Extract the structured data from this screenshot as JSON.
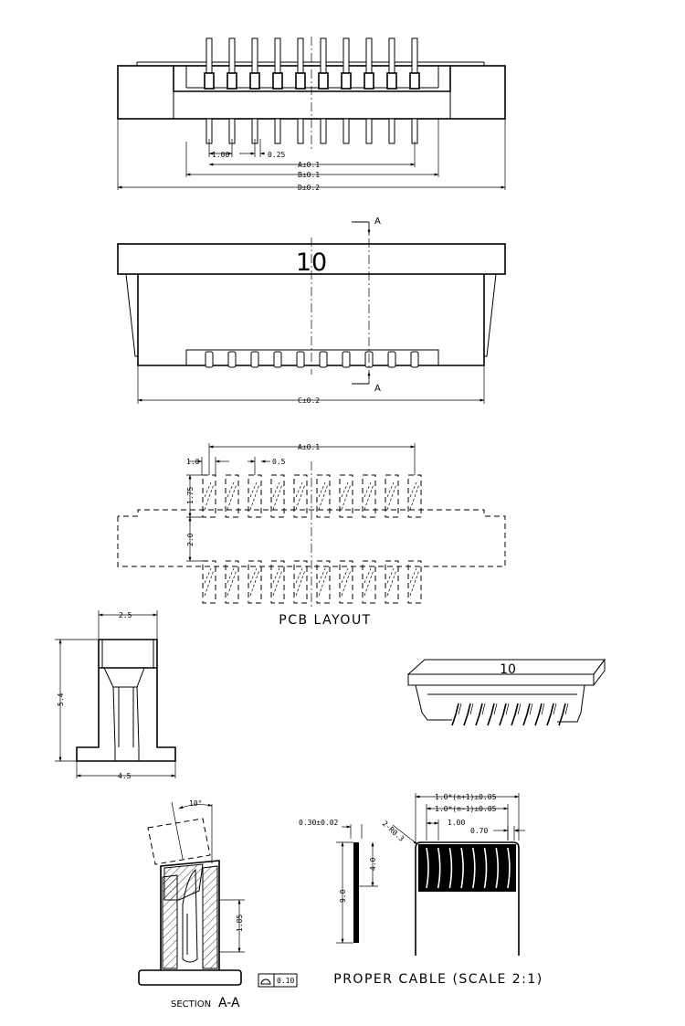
{
  "top_view": {
    "pitch_label": "1.00",
    "pin_width_label": "0.25",
    "dim_a": "A±0.1",
    "dim_b": "B±0.1",
    "dim_d": "D±0.2"
  },
  "front_view": {
    "pin_count": "10",
    "section_marker_top": "A",
    "section_marker_bottom": "A",
    "dim_c": "C±0.2"
  },
  "pcb_layout": {
    "pad_width_label": "1.0",
    "pitch_label": "0.5",
    "dim_a": "A±0.1",
    "pad_length_label": "1.75",
    "gap_label": "2.0",
    "title": "PCB LAYOUT"
  },
  "side_view": {
    "width_label": "2.5",
    "height_label": "5.4",
    "base_label": "4.5"
  },
  "iso_view": {
    "pin_count": "10"
  },
  "section_view": {
    "angle_label": "10°",
    "height_label": "1.85",
    "flatness_label": "0.10",
    "title_prefix": "SECTION",
    "title_suffix": "A-A"
  },
  "cable": {
    "thickness_label": "0.30±0.02",
    "length_label": "9.0",
    "exposed_label": "4.0",
    "radius_label": "2-R0.3",
    "overall_width_label": "1.0*(n+1)±0.05",
    "contact_span_label": "1.0*(n-1)±0.05",
    "pitch_label": "1.00",
    "contact_width_label": "0.70",
    "title": "PROPER CABLE (SCALE 2:1)"
  }
}
